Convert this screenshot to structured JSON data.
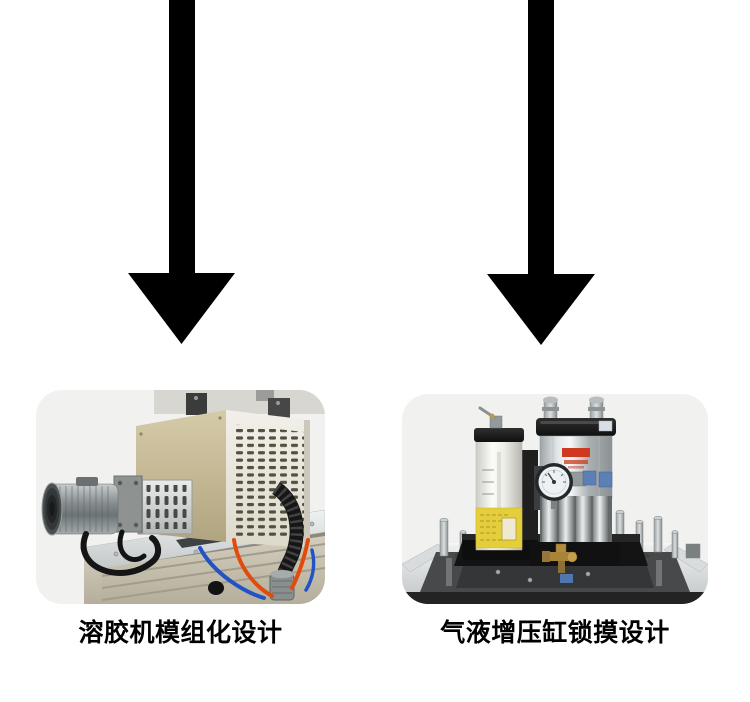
{
  "section": {
    "background_color": "#ffffff",
    "arrow_color": "#000000",
    "photo_background_color": "#f1f2f0",
    "caption_color": "#000000"
  },
  "columns": [
    {
      "arrow_icon": "down-arrow-icon",
      "image_icon": "glue-melter-module-photo",
      "caption": "溶胶机模组化设计"
    },
    {
      "arrow_icon": "down-arrow-icon",
      "image_icon": "gas-liquid-booster-cylinder-photo",
      "caption": "气液增压缸锁摸设计"
    }
  ]
}
